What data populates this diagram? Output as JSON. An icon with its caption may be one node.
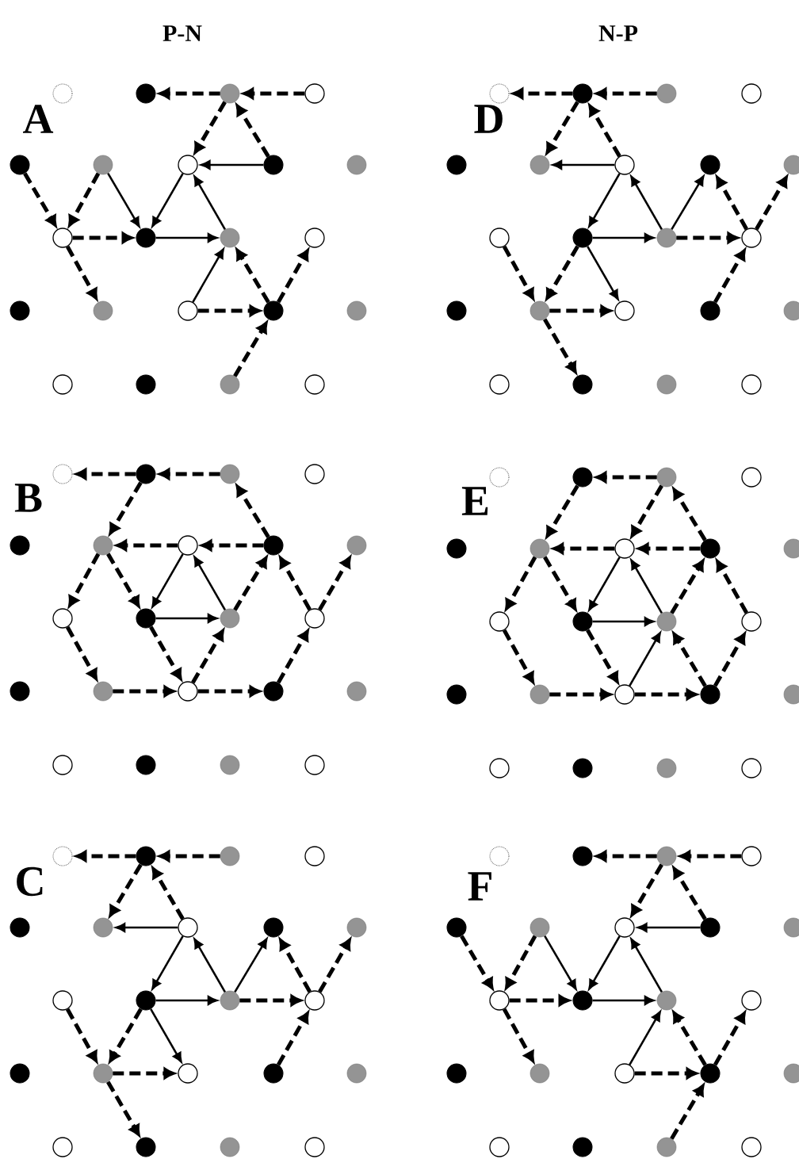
{
  "diagram": {
    "nodes": [
      {
        "text": [],
        "shape": "circle"
      },
      {
        "text": [],
        "shape": "circle"
      },
      {
        "text": [],
        "shape": "circle"
      },
      {
        "text": [],
        "shape": "circle"
      },
      {
        "text": [],
        "shape": "circle"
      },
      {
        "text": [],
        "shape": "circle"
      },
      {
        "text": [],
        "shape": "circle"
      },
      {
        "text": [],
        "shape": "circle"
      },
      {
        "text": [],
        "shape": "circle"
      },
      {
        "text": [],
        "shape": "circle"
      },
      {
        "text": [],
        "shape": "circle"
      },
      {
        "text": [],
        "shape": "circle"
      },
      {
        "text": [],
        "shape": "circle"
      },
      {
        "text": [],
        "shape": "circle"
      },
      {
        "text": [],
        "shape": "circle"
      },
      {
        "text": [],
        "shape": "circle"
      },
      {
        "text": [],
        "shape": "circle"
      },
      {
        "text": [],
        "shape": "circle"
      },
      {
        "text": [],
        "shape": "circle"
      },
      {
        "text": [],
        "shape": "circle"
      },
      {
        "text": [],
        "shape": "circle"
      },
      {
        "text": [],
        "shape": "circle"
      },
      {
        "text": [],
        "shape": "circle"
      },
      {
        "text": [],
        "shape": "circle"
      },
      {
        "text": [],
        "shape": "circle"
      },
      {
        "text": [],
        "shape": "circle"
      },
      {
        "text": [],
        "shape": "circle"
      },
      {
        "text": [],
        "shape": "circle"
      },
      {
        "text": [],
        "shape": "circle"
      },
      {
        "text": [],
        "shape": "circle"
      },
      {
        "text": [],
        "shape": "circle"
      },
      {
        "text": [],
        "shape": "circle"
      },
      {
        "text": [],
        "shape": "circle"
      },
      {
        "text": [],
        "shape": "circle"
      },
      {
        "text": [],
        "shape": "circle"
      },
      {
        "text": [],
        "shape": "circle"
      },
      {
        "text": [],
        "shape": "circle"
      },
      {
        "text": [],
        "shape": "circle"
      },
      {
        "text": [],
        "shape": "circle"
      },
      {
        "text": [],
        "shape": "circle"
      },
      {
        "text": [],
        "shape": "circle"
      },
      {
        "text": [],
        "shape": "circle"
      },
      {
        "text": [],
        "shape": "circle"
      },
      {
        "text": [],
        "shape": "circle"
      },
      {
        "text": [],
        "shape": "circle"
      },
      {
        "text": [],
        "shape": "circle"
      },
      {
        "text": [],
        "shape": "circle"
      },
      {
        "text": [],
        "shape": "circle"
      },
      {
        "text": [],
        "shape": "circle"
      },
      {
        "text": [],
        "shape": "circle"
      },
      {
        "text": [],
        "shape": "circle"
      },
      {
        "text": [],
        "shape": "circle"
      },
      {
        "text": [],
        "shape": "circle"
      },
      {
        "text": [],
        "shape": "circle"
      },
      {
        "text": [],
        "shape": "circle"
      },
      {
        "text": [],
        "shape": "circle"
      },
      {
        "text": [],
        "shape": "circle"
      },
      {
        "text": [],
        "shape": "circle"
      },
      {
        "text": [],
        "shape": "circle"
      },
      {
        "text": [],
        "shape": "circle"
      },
      {
        "text": [],
        "shape": "circle"
      },
      {
        "text": [],
        "shape": "circle"
      },
      {
        "text": [],
        "shape": "circle"
      },
      {
        "text": [],
        "shape": "circle"
      },
      {
        "text": [],
        "shape": "circle"
      },
      {
        "text": [],
        "shape": "circle"
      },
      {
        "text": [],
        "shape": "circle"
      },
      {
        "text": [],
        "shape": "circle"
      },
      {
        "text": [],
        "shape": "circle"
      },
      {
        "text": [],
        "shape": "circle"
      },
      {
        "text": [],
        "shape": "circle"
      },
      {
        "text": [],
        "shape": "circle"
      },
      {
        "text": [],
        "shape": "circle"
      },
      {
        "text": [],
        "shape": "circle"
      },
      {
        "text": [],
        "shape": "circle"
      },
      {
        "text": [],
        "shape": "circle"
      },
      {
        "text": [],
        "shape": "circle"
      },
      {
        "text": [],
        "shape": "circle"
      },
      {
        "text": [],
        "shape": "circle"
      },
      {
        "text": [],
        "shape": "circle"
      },
      {
        "text": [],
        "shape": "circle"
      },
      {
        "text": [],
        "shape": "circle"
      },
      {
        "text": [],
        "shape": "circle"
      },
      {
        "text": [],
        "shape": "circle"
      },
      {
        "text": [],
        "shape": "circle"
      },
      {
        "text": [],
        "shape": "circle"
      },
      {
        "text": [],
        "shape": "circle"
      },
      {
        "text": [],
        "shape": "circle"
      },
      {
        "text": [],
        "shape": "circle"
      },
      {
        "text": [],
        "shape": "circle"
      },
      {
        "text": [],
        "shape": "circle"
      },
      {
        "text": [],
        "shape": "circle"
      },
      {
        "text": [],
        "shape": "circle"
      },
      {
        "text": [],
        "shape": "circle"
      },
      {
        "text": [],
        "shape": "circle"
      },
      {
        "text": [],
        "shape": "circle"
      },
      {
        "text": [],
        "shape": "circle"
      },
      {
        "text": [],
        "shape": "circle"
      },
      {
        "text": [],
        "shape": "circle"
      },
      {
        "text": [],
        "shape": "circle"
      },
      {
        "text": [],
        "shape": "circle"
      },
      {
        "text": [],
        "shape": "circle"
      },
      {
        "text": [],
        "shape": "circle"
      },
      {
        "text": [],
        "shape": "circle"
      },
      {
        "text": [],
        "shape": "circle"
      },
      {
        "text": [],
        "shape": "circle"
      },
      {
        "text": [],
        "shape": "circle"
      },
      {
        "text": [],
        "shape": "circle"
      },
      {
        "text": [],
        "shape": "circle"
      },
      {
        "text": [],
        "shape": "circle"
      },
      {
        "text": [],
        "shape": "circle"
      },
      {
        "text": [],
        "shape": "circle"
      },
      {
        "text": [],
        "shape": "circle"
      },
      {
        "text": [],
        "shape": "circle"
      },
      {
        "text": [],
        "shape": "circle"
      },
      {
        "text": [],
        "shape": "circle"
      },
      {
        "text": [],
        "shape": "circle"
      },
      {
        "text": [],
        "shape": "circle"
      },
      {
        "text": [],
        "shape": "circle"
      },
      {
        "text": [],
        "shape": "circle"
      },
      {
        "text": [],
        "shape": "circle"
      },
      {
        "text": [],
        "shape": "circle"
      },
      {
        "text": [],
        "shape": "circle"
      },
      {
        "text": [],
        "shape": "circle"
      },
      {
        "text": [],
        "shape": "circle"
      },
      {
        "text": [],
        "shape": "circle"
      },
      {
        "text": [],
        "shape": "circle"
      },
      {
        "text": [],
        "shape": "circle"
      },
      {
        "text": [],
        "shape": "circle"
      },
      {
        "text": [],
        "shape": "circle"
      },
      {
        "text": [],
        "shape": "circle"
      },
      {
        "text": [],
        "shape": "circle"
      }
    ],
    "edges": [
      {
        "from": 7,
        "to": 6,
        "arrow": "to"
      },
      {
        "from": 5,
        "to": 10,
        "arrow": "to"
      },
      {
        "from": 6,
        "to": 10,
        "arrow": "to"
      },
      {
        "from": 10,
        "to": 11,
        "arrow": "to"
      },
      {
        "from": 11,
        "to": 6,
        "arrow": "to"
      },
      {
        "from": 15,
        "to": 11,
        "arrow": "to"
      },
      {
        "from": 3,
        "to": 2,
        "arrow": "to",
        "style": "dashed"
      },
      {
        "from": 2,
        "to": 1,
        "arrow": "to",
        "style": "dashed"
      },
      {
        "from": 2,
        "to": 6,
        "arrow": "to",
        "style": "dashed"
      },
      {
        "from": 7,
        "to": 2,
        "arrow": "to",
        "style": "dashed"
      },
      {
        "from": 4,
        "to": 9,
        "arrow": "to",
        "style": "dashed"
      },
      {
        "from": 5,
        "to": 9,
        "arrow": "to",
        "style": "dashed"
      },
      {
        "from": 9,
        "to": 10,
        "arrow": "to",
        "style": "dashed"
      },
      {
        "from": 9,
        "to": 14,
        "arrow": "to",
        "style": "dashed"
      },
      {
        "from": 16,
        "to": 11,
        "arrow": "to",
        "style": "dashed"
      },
      {
        "from": 16,
        "to": 12,
        "arrow": "to",
        "style": "dashed"
      },
      {
        "from": 20,
        "to": 16,
        "arrow": "to",
        "style": "dashed"
      },
      {
        "from": 15,
        "to": 16,
        "arrow": "to",
        "style": "dashed"
      },
      {
        "from": 28,
        "to": 27,
        "arrow": "to"
      },
      {
        "from": 28,
        "to": 32,
        "arrow": "to"
      },
      {
        "from": 32,
        "to": 33,
        "arrow": "to"
      },
      {
        "from": 33,
        "to": 28,
        "arrow": "to"
      },
      {
        "from": 33,
        "to": 29,
        "arrow": "to"
      },
      {
        "from": 32,
        "to": 37,
        "arrow": "to"
      },
      {
        "from": 23,
        "to": 22,
        "arrow": "to",
        "style": "dashed"
      },
      {
        "from": 24,
        "to": 23,
        "arrow": "to",
        "style": "dashed"
      },
      {
        "from": 23,
        "to": 27,
        "arrow": "to",
        "style": "dashed"
      },
      {
        "from": 28,
        "to": 23,
        "arrow": "to",
        "style": "dashed"
      },
      {
        "from": 33,
        "to": 34,
        "arrow": "to",
        "style": "dashed"
      },
      {
        "from": 34,
        "to": 29,
        "arrow": "to",
        "style": "dashed"
      },
      {
        "from": 34,
        "to": 30,
        "arrow": "to",
        "style": "dashed"
      },
      {
        "from": 31,
        "to": 36,
        "arrow": "to",
        "style": "dashed"
      },
      {
        "from": 32,
        "to": 36,
        "arrow": "to",
        "style": "dashed"
      },
      {
        "from": 36,
        "to": 37,
        "arrow": "to",
        "style": "dashed"
      },
      {
        "from": 36,
        "to": 41,
        "arrow": "to",
        "style": "dashed"
      },
      {
        "from": 38,
        "to": 34,
        "arrow": "to",
        "style": "dashed"
      },
      {
        "from": 50,
        "to": 54,
        "arrow": "to"
      },
      {
        "from": 54,
        "to": 55,
        "arrow": "to"
      },
      {
        "from": 55,
        "to": 50,
        "arrow": "to"
      },
      {
        "from": 45,
        "to": 44,
        "arrow": "to",
        "style": "dashed"
      },
      {
        "from": 46,
        "to": 45,
        "arrow": "to",
        "style": "dashed"
      },
      {
        "from": 45,
        "to": 49,
        "arrow": "to",
        "style": "dashed"
      },
      {
        "from": 51,
        "to": 46,
        "arrow": "to",
        "style": "dashed"
      },
      {
        "from": 50,
        "to": 49,
        "arrow": "to",
        "style": "dashed"
      },
      {
        "from": 51,
        "to": 50,
        "arrow": "to",
        "style": "dashed"
      },
      {
        "from": 49,
        "to": 53,
        "arrow": "to",
        "style": "dashed"
      },
      {
        "from": 49,
        "to": 54,
        "arrow": "to",
        "style": "dashed"
      },
      {
        "from": 55,
        "to": 51,
        "arrow": "to",
        "style": "dashed"
      },
      {
        "from": 56,
        "to": 51,
        "arrow": "to",
        "style": "dashed"
      },
      {
        "from": 56,
        "to": 52,
        "arrow": "to",
        "style": "dashed"
      },
      {
        "from": 53,
        "to": 58,
        "arrow": "to",
        "style": "dashed"
      },
      {
        "from": 54,
        "to": 59,
        "arrow": "to",
        "style": "dashed"
      },
      {
        "from": 59,
        "to": 55,
        "arrow": "to",
        "style": "dashed"
      },
      {
        "from": 58,
        "to": 59,
        "arrow": "to",
        "style": "dashed"
      },
      {
        "from": 59,
        "to": 60,
        "arrow": "to",
        "style": "dashed"
      },
      {
        "from": 60,
        "to": 56,
        "arrow": "to",
        "style": "dashed"
      },
      {
        "from": 72,
        "to": 76,
        "arrow": "to"
      },
      {
        "from": 76,
        "to": 77,
        "arrow": "to"
      },
      {
        "from": 77,
        "to": 72,
        "arrow": "to"
      },
      {
        "from": 81,
        "to": 77,
        "arrow": "to"
      },
      {
        "from": 68,
        "to": 67,
        "arrow": "to",
        "style": "dashed"
      },
      {
        "from": 67,
        "to": 71,
        "arrow": "to",
        "style": "dashed"
      },
      {
        "from": 68,
        "to": 72,
        "arrow": "to",
        "style": "dashed"
      },
      {
        "from": 73,
        "to": 68,
        "arrow": "to",
        "style": "dashed"
      },
      {
        "from": 72,
        "to": 71,
        "arrow": "to",
        "style": "dashed"
      },
      {
        "from": 73,
        "to": 72,
        "arrow": "to",
        "style": "dashed"
      },
      {
        "from": 71,
        "to": 75,
        "arrow": "to",
        "style": "dashed"
      },
      {
        "from": 71,
        "to": 76,
        "arrow": "to",
        "style": "dashed"
      },
      {
        "from": 77,
        "to": 73,
        "arrow": "to",
        "style": "dashed"
      },
      {
        "from": 78,
        "to": 73,
        "arrow": "to",
        "style": "dashed"
      },
      {
        "from": 75,
        "to": 80,
        "arrow": "to",
        "style": "dashed"
      },
      {
        "from": 76,
        "to": 81,
        "arrow": "to",
        "style": "dashed"
      },
      {
        "from": 80,
        "to": 81,
        "arrow": "to",
        "style": "dashed"
      },
      {
        "from": 81,
        "to": 82,
        "arrow": "to",
        "style": "dashed"
      },
      {
        "from": 82,
        "to": 77,
        "arrow": "to",
        "style": "dashed"
      },
      {
        "from": 82,
        "to": 78,
        "arrow": "to",
        "style": "dashed"
      },
      {
        "from": 94,
        "to": 93,
        "arrow": "to"
      },
      {
        "from": 94,
        "to": 98,
        "arrow": "to"
      },
      {
        "from": 98,
        "to": 99,
        "arrow": "to"
      },
      {
        "from": 99,
        "to": 94,
        "arrow": "to"
      },
      {
        "from": 99,
        "to": 95,
        "arrow": "to"
      },
      {
        "from": 98,
        "to": 103,
        "arrow": "to"
      },
      {
        "from": 89,
        "to": 88,
        "arrow": "to",
        "style": "dashed"
      },
      {
        "from": 90,
        "to": 89,
        "arrow": "to",
        "style": "dashed"
      },
      {
        "from": 89,
        "to": 93,
        "arrow": "to",
        "style": "dashed"
      },
      {
        "from": 94,
        "to": 89,
        "arrow": "to",
        "style": "dashed"
      },
      {
        "from": 99,
        "to": 100,
        "arrow": "to",
        "style": "dashed"
      },
      {
        "from": 100,
        "to": 95,
        "arrow": "to",
        "style": "dashed"
      },
      {
        "from": 100,
        "to": 96,
        "arrow": "to",
        "style": "dashed"
      },
      {
        "from": 97,
        "to": 102,
        "arrow": "to",
        "style": "dashed"
      },
      {
        "from": 98,
        "to": 102,
        "arrow": "to",
        "style": "dashed"
      },
      {
        "from": 102,
        "to": 103,
        "arrow": "to",
        "style": "dashed"
      },
      {
        "from": 102,
        "to": 107,
        "arrow": "to",
        "style": "dashed"
      },
      {
        "from": 104,
        "to": 100,
        "arrow": "to",
        "style": "dashed"
      },
      {
        "from": 117,
        "to": 116,
        "arrow": "to"
      },
      {
        "from": 115,
        "to": 120,
        "arrow": "to"
      },
      {
        "from": 116,
        "to": 120,
        "arrow": "to"
      },
      {
        "from": 120,
        "to": 121,
        "arrow": "to"
      },
      {
        "from": 121,
        "to": 116,
        "arrow": "to"
      },
      {
        "from": 125,
        "to": 121,
        "arrow": "to"
      },
      {
        "from": 113,
        "to": 112,
        "arrow": "to",
        "style": "dashed"
      },
      {
        "from": 112,
        "to": 111,
        "arrow": "to",
        "style": "dashed"
      },
      {
        "from": 112,
        "to": 116,
        "arrow": "to",
        "style": "dashed"
      },
      {
        "from": 117,
        "to": 112,
        "arrow": "to",
        "style": "dashed"
      },
      {
        "from": 114,
        "to": 119,
        "arrow": "to",
        "style": "dashed"
      },
      {
        "from": 115,
        "to": 119,
        "arrow": "to",
        "style": "dashed"
      },
      {
        "from": 119,
        "to": 120,
        "arrow": "to",
        "style": "dashed"
      },
      {
        "from": 119,
        "to": 124,
        "arrow": "to",
        "style": "dashed"
      },
      {
        "from": 126,
        "to": 121,
        "arrow": "to",
        "style": "dashed"
      },
      {
        "from": 126,
        "to": 122,
        "arrow": "to",
        "style": "dashed"
      },
      {
        "from": 130,
        "to": 126,
        "arrow": "to",
        "style": "dashed"
      },
      {
        "from": 125,
        "to": 126,
        "arrow": "to",
        "style": "dashed"
      }
    ],
    "labels": [
      "P-N",
      "N-P",
      "A",
      "D",
      "B",
      "E",
      "C",
      "F"
    ]
  }
}
